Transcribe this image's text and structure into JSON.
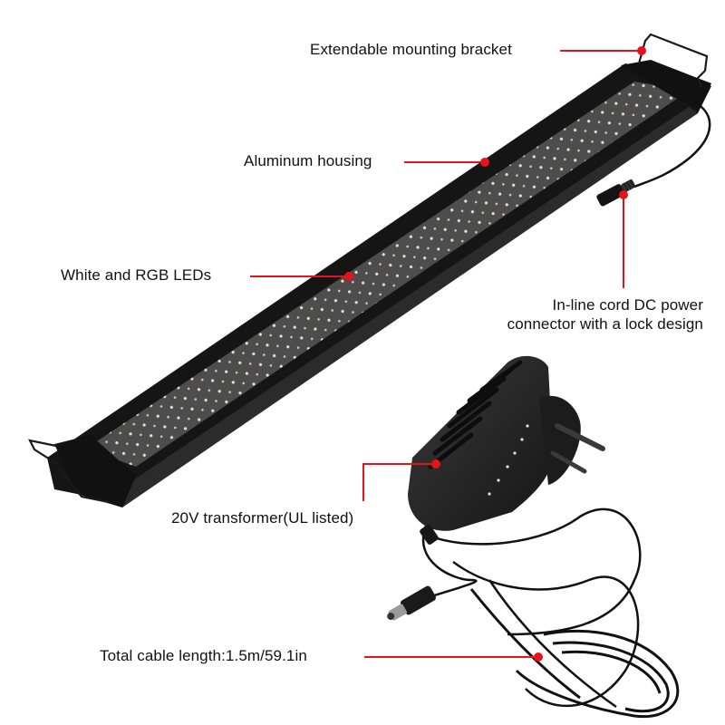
{
  "product": {
    "name": "LED aquarium light bar with power adapter",
    "accent_color": "#e8121b",
    "body_color": "#1a1a1a",
    "panel_color": "#4a4a4a"
  },
  "callouts": [
    {
      "id": "bracket",
      "label": "Extendable mounting bracket"
    },
    {
      "id": "housing",
      "label": "Aluminum housing"
    },
    {
      "id": "leds",
      "label": "White and RGB LEDs"
    },
    {
      "id": "connector",
      "label_line1": "In-line cord DC power",
      "label_line2": "connector with a lock design"
    },
    {
      "id": "transformer",
      "label": "20V transformer(UL listed)"
    },
    {
      "id": "cable",
      "label": "Total cable length:1.5m/59.1in"
    }
  ]
}
